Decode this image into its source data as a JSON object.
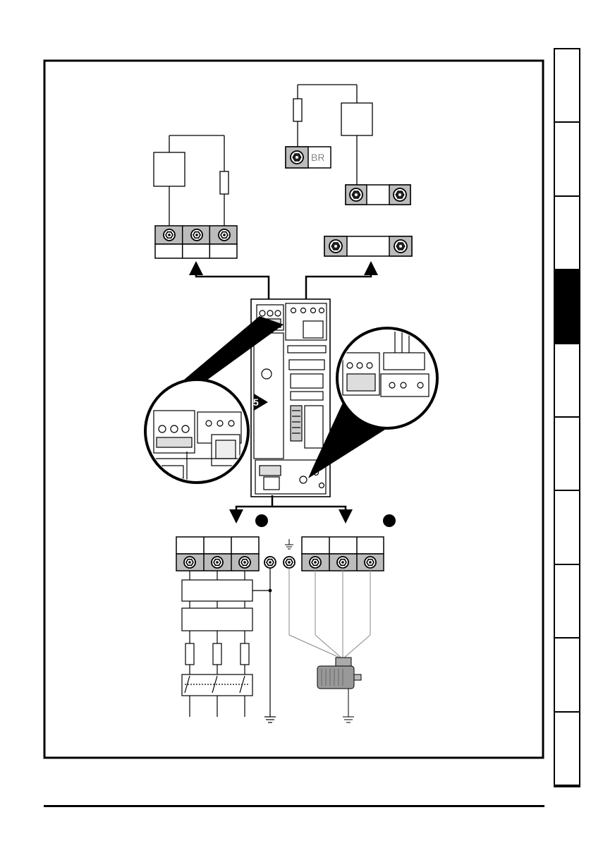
{
  "diagram": {
    "brake_terminal_label": "BR",
    "callout_number": "5",
    "side_tab_count": 10,
    "active_tab_index": 3,
    "colors": {
      "line": "#000000",
      "terminal_fill": "#bcbcbc",
      "highlight": "#000000",
      "motor_line": "#888888"
    }
  }
}
